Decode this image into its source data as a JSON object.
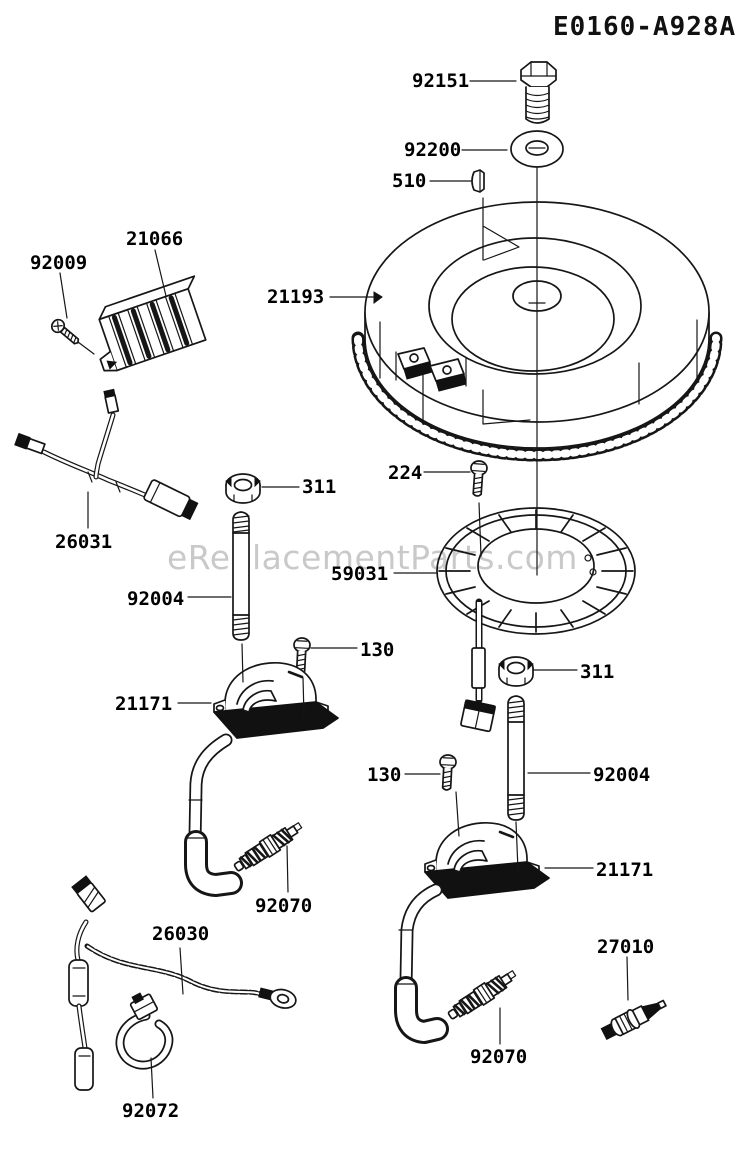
{
  "page": {
    "diagram_id": "E0160-A928A",
    "watermark": "eReplacementParts.com"
  },
  "parts": [
    {
      "number": "92151"
    },
    {
      "number": "92200"
    },
    {
      "number": "510"
    },
    {
      "number": "21193"
    },
    {
      "number": "21066"
    },
    {
      "number": "92009"
    },
    {
      "number": "26031"
    },
    {
      "number": "311"
    },
    {
      "number": "92004"
    },
    {
      "number": "224"
    },
    {
      "number": "59031"
    },
    {
      "number": "130"
    },
    {
      "number": "21171"
    },
    {
      "number": "311"
    },
    {
      "number": "130"
    },
    {
      "number": "92004"
    },
    {
      "number": "21171"
    },
    {
      "number": "92070"
    },
    {
      "number": "26030"
    },
    {
      "number": "92072"
    },
    {
      "number": "92070"
    },
    {
      "number": "27010"
    }
  ]
}
